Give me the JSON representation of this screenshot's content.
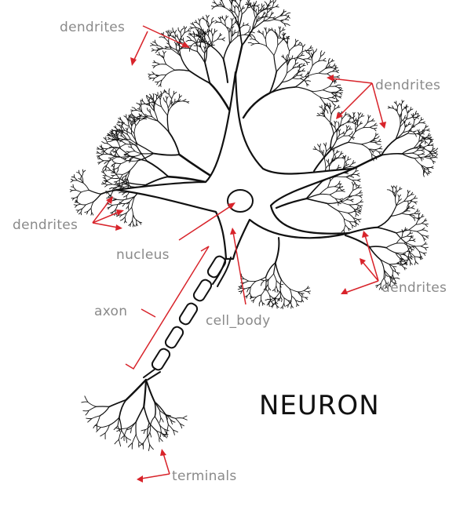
{
  "title": "NEURON",
  "labels": {
    "dendrites_top": "dendrites",
    "dendrites_right_top": "dendrites",
    "dendrites_left": "dendrites",
    "dendrites_right_bottom": "dendrites",
    "nucleus": "nucleus",
    "axon": "axon",
    "cell_body": "cell_body",
    "terminals": "terminals"
  },
  "colors": {
    "ink": "#111111",
    "label_text": "#8a8a8a",
    "pointer": "#d8232a",
    "background": "#ffffff"
  }
}
